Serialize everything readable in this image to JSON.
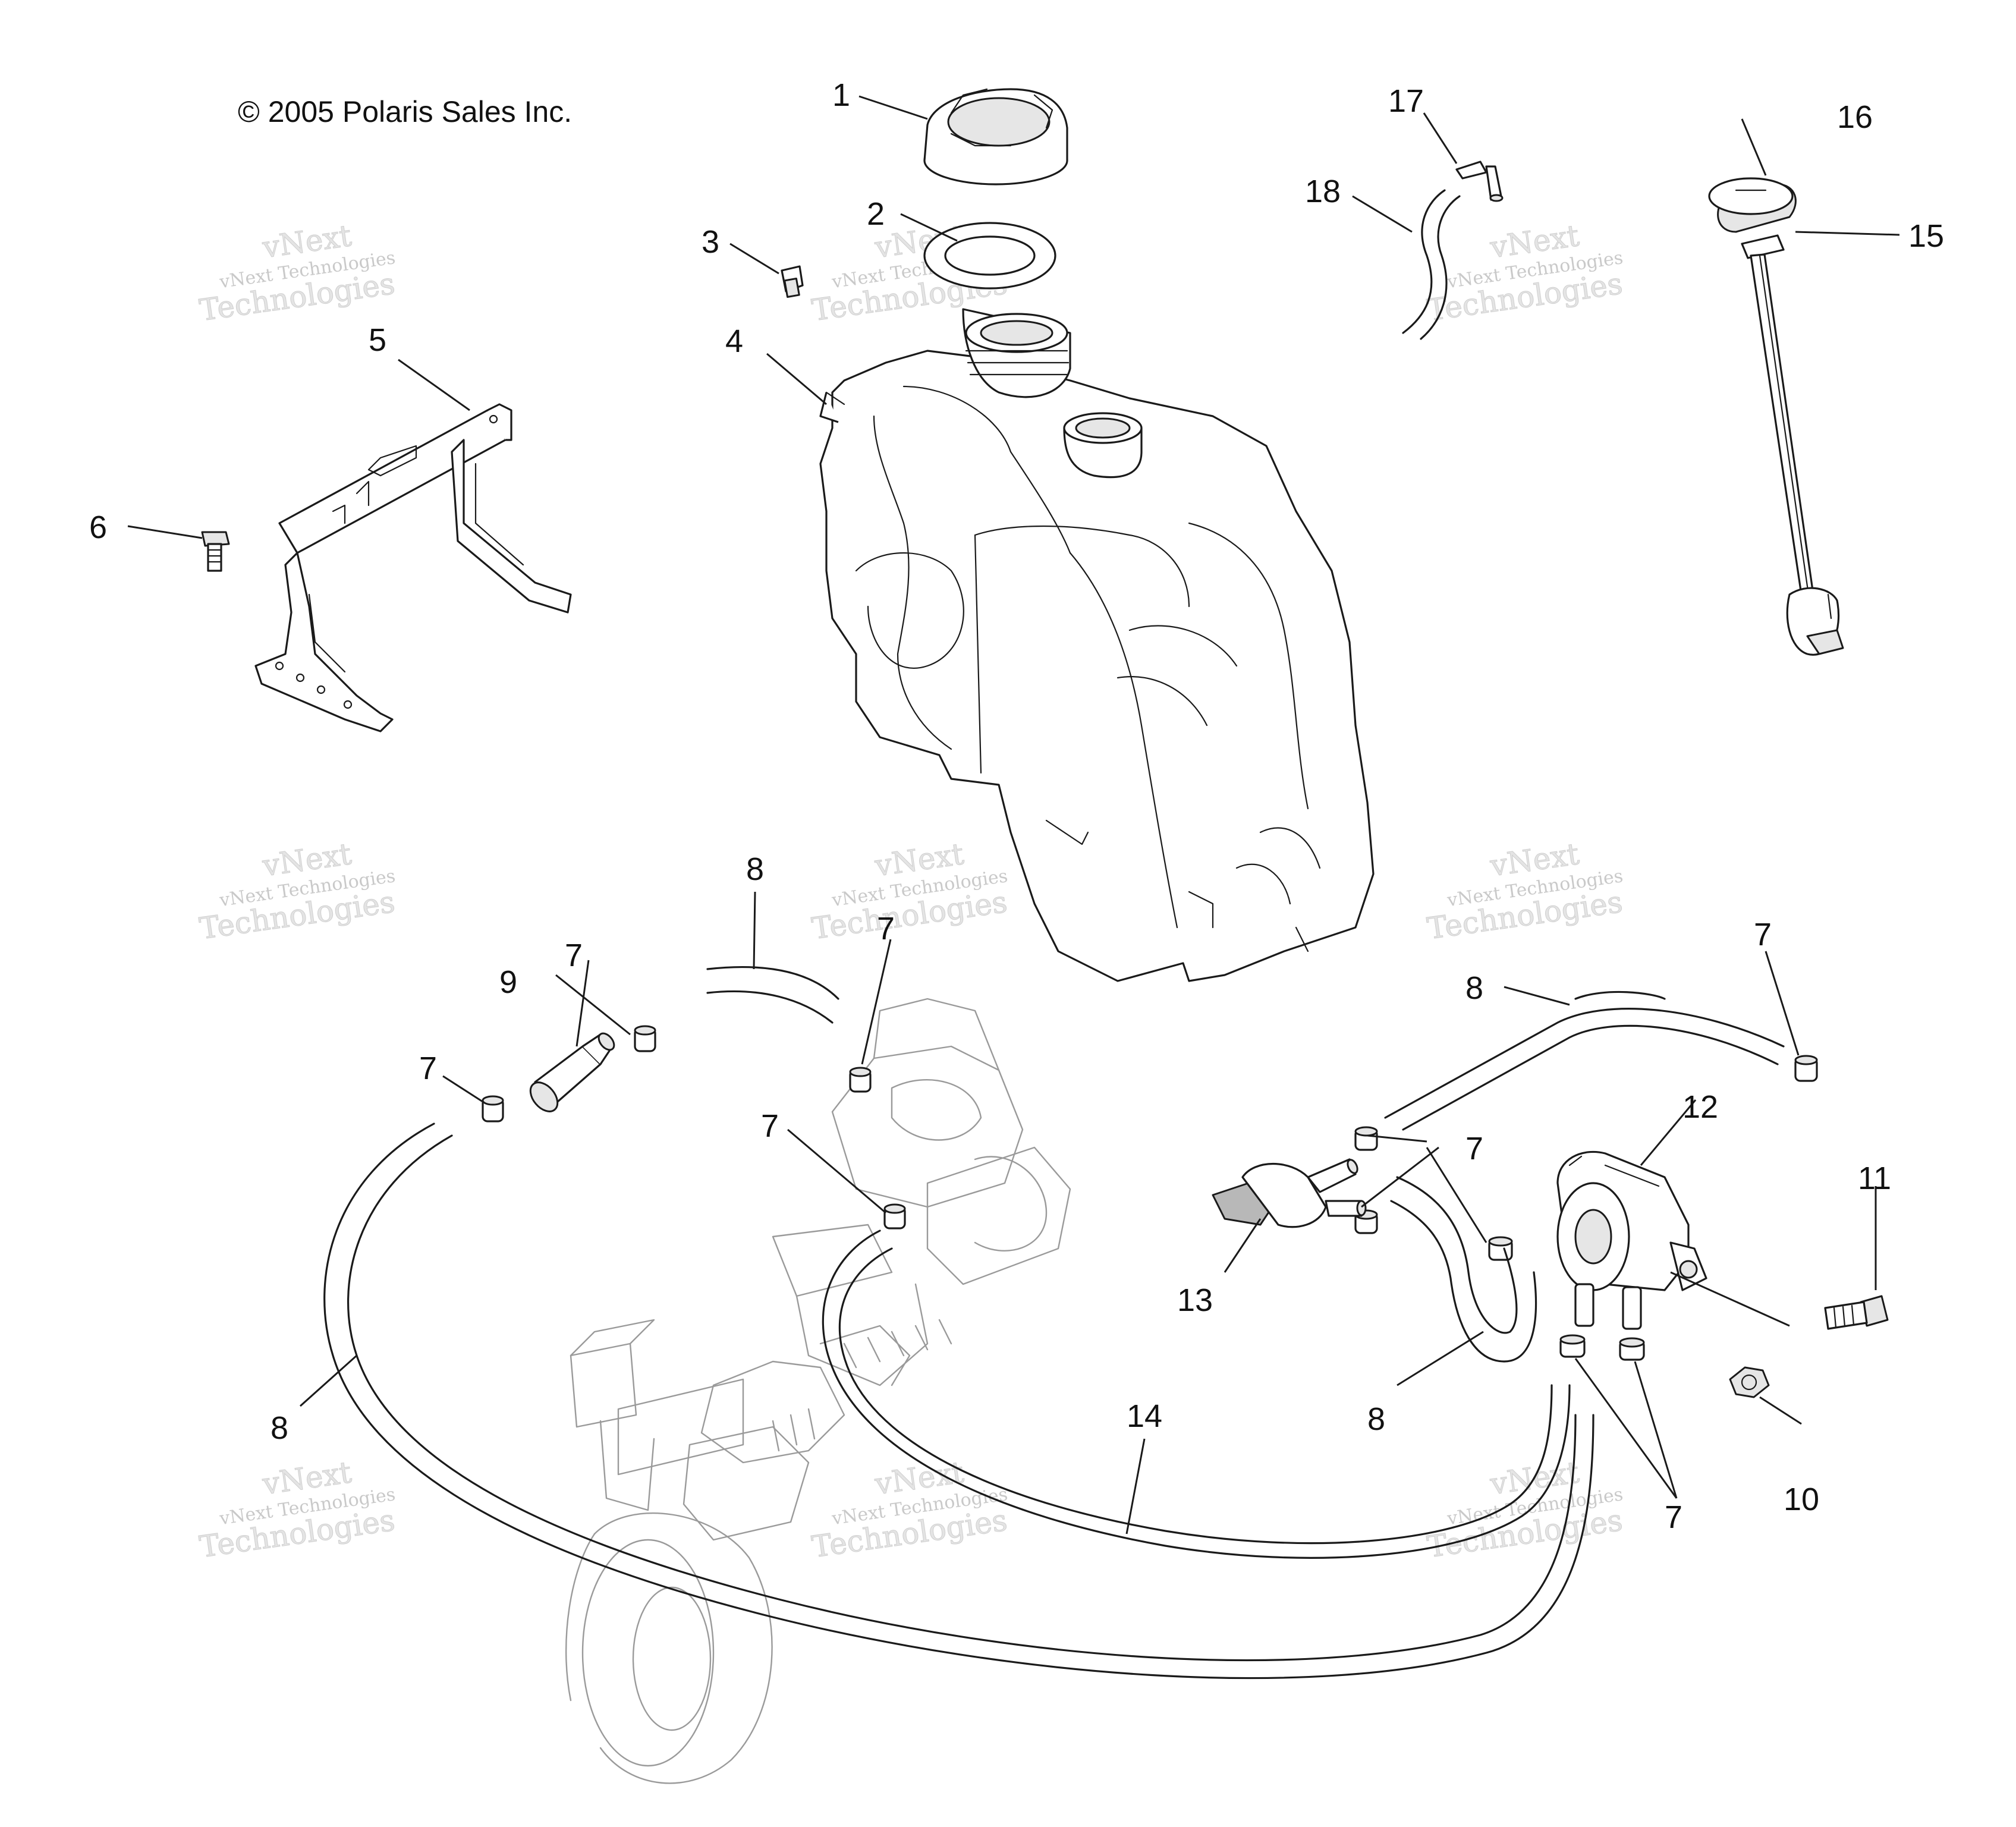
{
  "copyright": "© 2005 Polaris Sales Inc.",
  "watermark": {
    "small": "vNext Technologies",
    "large_top": "vNext",
    "large_bottom": "Technologies"
  },
  "callouts": {
    "c1": "1",
    "c2": "2",
    "c3": "3",
    "c4": "4",
    "c5": "5",
    "c6": "6",
    "c7a": "7",
    "c7b": "7",
    "c7c": "7",
    "c7d": "7",
    "c7e": "7",
    "c7f": "7",
    "c7g": "7",
    "c8a": "8",
    "c8b": "8",
    "c8c": "8",
    "c8d": "8",
    "c9": "9",
    "c10": "10",
    "c11": "11",
    "c12": "12",
    "c13": "13",
    "c14": "14",
    "c15": "15",
    "c16": "16",
    "c17": "17",
    "c18": "18"
  },
  "colors": {
    "line": "#1a1a1a",
    "ghost": "#9a9a9a",
    "watermark": "#c9c9c9",
    "background": "#ffffff"
  }
}
